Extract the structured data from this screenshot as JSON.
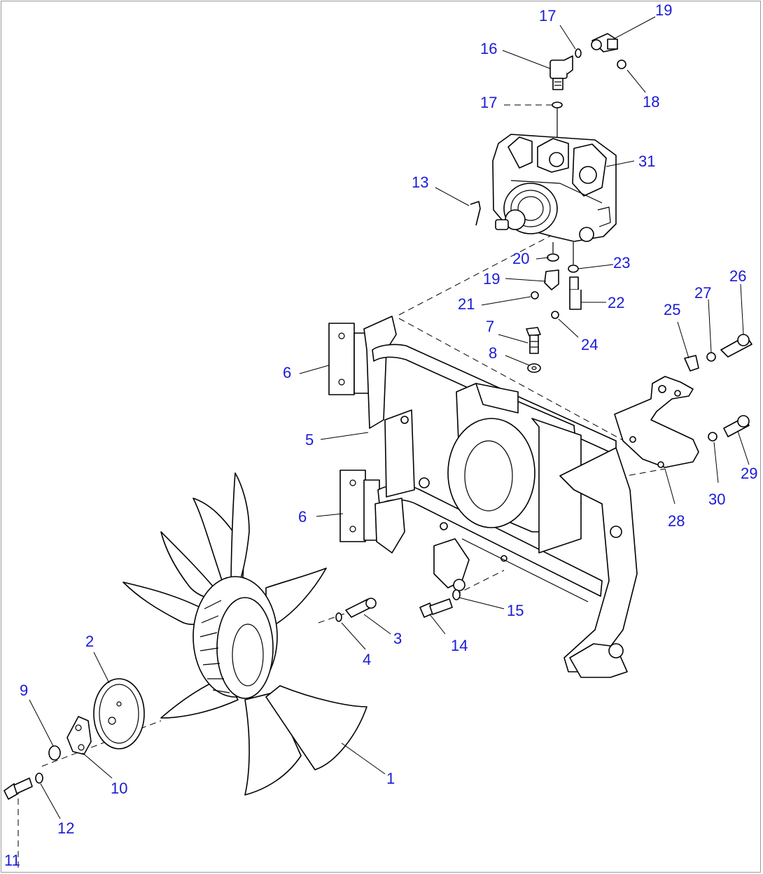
{
  "diagram": {
    "callouts": [
      {
        "id": "c17a",
        "label": "17"
      },
      {
        "id": "c19a",
        "label": "19"
      },
      {
        "id": "c16",
        "label": "16"
      },
      {
        "id": "c17b",
        "label": "17"
      },
      {
        "id": "c18",
        "label": "18"
      },
      {
        "id": "c31",
        "label": "31"
      },
      {
        "id": "c13",
        "label": "13"
      },
      {
        "id": "c20",
        "label": "20"
      },
      {
        "id": "c23",
        "label": "23"
      },
      {
        "id": "c19b",
        "label": "19"
      },
      {
        "id": "c21",
        "label": "21"
      },
      {
        "id": "c22",
        "label": "22"
      },
      {
        "id": "c7",
        "label": "7"
      },
      {
        "id": "c24",
        "label": "24"
      },
      {
        "id": "c8",
        "label": "8"
      },
      {
        "id": "c6a",
        "label": "6"
      },
      {
        "id": "c25",
        "label": "25"
      },
      {
        "id": "c27",
        "label": "27"
      },
      {
        "id": "c26",
        "label": "26"
      },
      {
        "id": "c5",
        "label": "5"
      },
      {
        "id": "c29",
        "label": "29"
      },
      {
        "id": "c30",
        "label": "30"
      },
      {
        "id": "c28",
        "label": "28"
      },
      {
        "id": "c6b",
        "label": "6"
      },
      {
        "id": "c15",
        "label": "15"
      },
      {
        "id": "c3",
        "label": "3"
      },
      {
        "id": "c14",
        "label": "14"
      },
      {
        "id": "c4",
        "label": "4"
      },
      {
        "id": "c2",
        "label": "2"
      },
      {
        "id": "c9",
        "label": "9"
      },
      {
        "id": "c10",
        "label": "10"
      },
      {
        "id": "c1",
        "label": "1"
      },
      {
        "id": "c12",
        "label": "12"
      },
      {
        "id": "c11",
        "label": "11"
      }
    ],
    "colors": {
      "callout_text": "#1a1ad6",
      "line_art": "#000000",
      "background": "#ffffff",
      "frame": "#9a9a9a"
    }
  }
}
